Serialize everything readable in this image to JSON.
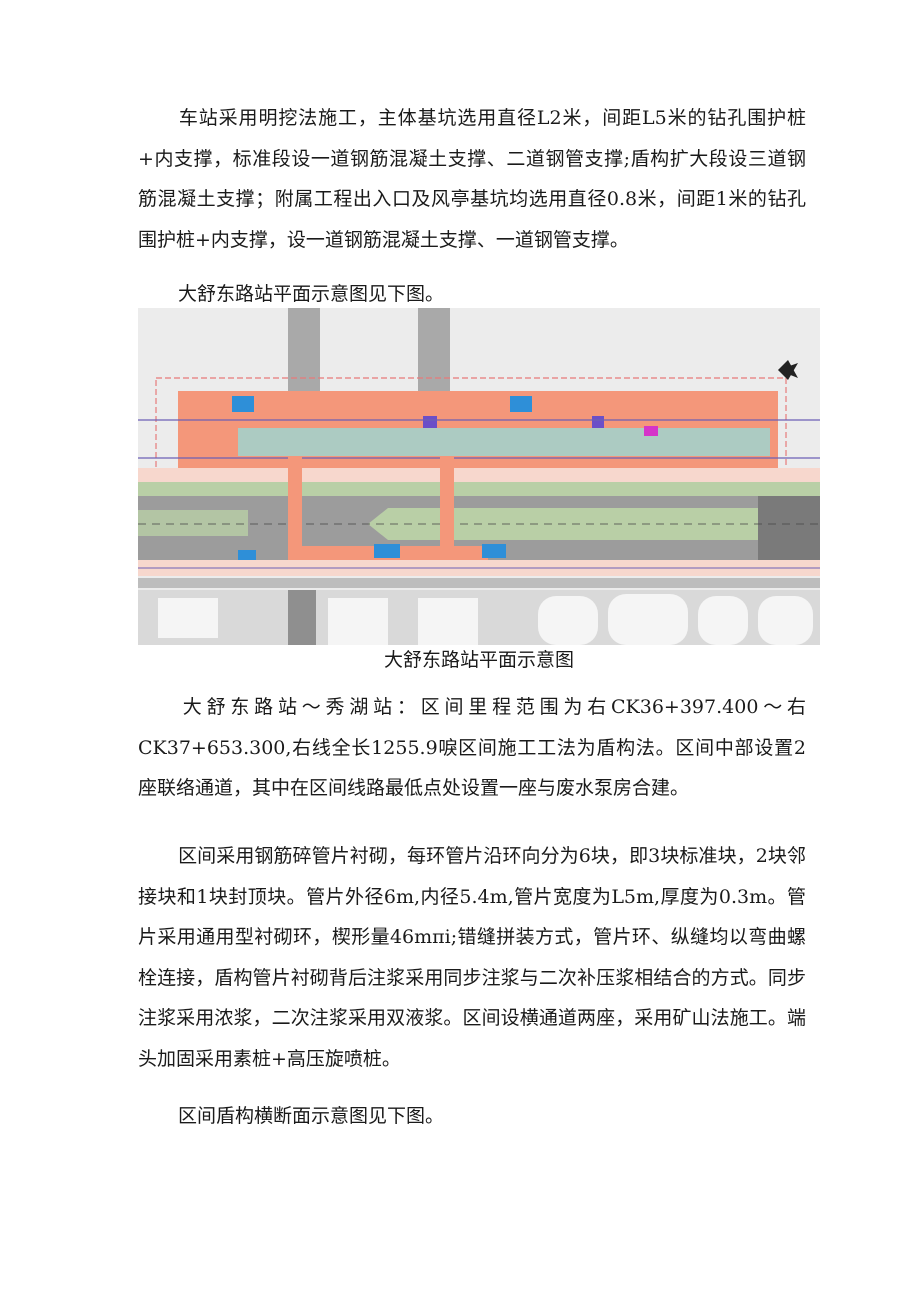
{
  "document": {
    "paragraphs": [
      "车站采用明挖法施工，主体基坑选用直径L2米，间距L5米的钻孔围护桩+内支撑，标准段设一道钢筋混凝土支撑、二道钢管支撑;盾构扩大段设三道钢筋混凝土支撑；附属工程出入口及风亭基坑均选用直径0.8米，间距1米的钻孔围护桩+内支撑，设一道钢筋混凝土支撑、一道钢管支撑。",
      "大舒东路站平面示意图见下图。",
      "大舒东路站～秀湖站：区间里程范围为右CK36+397.400～右CK37+653.300,右线全长1255.9唳区间施工工法为盾构法。区间中部设置2座联络通道，其中在区间线路最低点处设置一座与废水泵房合建。",
      "区间采用钢筋碎管片衬砌，每环管片沿环向分为6块，即3块标准块，2块邻接块和1块封顶块。管片外径6m,内径5.4m,管片宽度为L5m,厚度为0.3m。管片采用通用型衬砌环，楔形量46mπi;错缝拼装方式，管片环、纵缝均以弯曲螺栓连接，盾构管片衬砌背后注浆采用同步注浆与二次补压浆相结合的方式。同步注浆采用浓浆，二次注浆采用双液浆。区间设横通道两座，采用矿山法施工。端头加固采用素桩+高压旋喷桩。",
      "区间盾构横断面示意图见下图。"
    ],
    "figure": {
      "caption": "大舒东路站平面示意图",
      "alt": "大舒东路站平面示意图",
      "colors": {
        "station_body": "#f4977a",
        "platform": "#9fd3cf",
        "road": "#9c9c9c",
        "median": "#b9cfa6",
        "water": "#2e8fd8",
        "background": "#ececec"
      }
    }
  }
}
